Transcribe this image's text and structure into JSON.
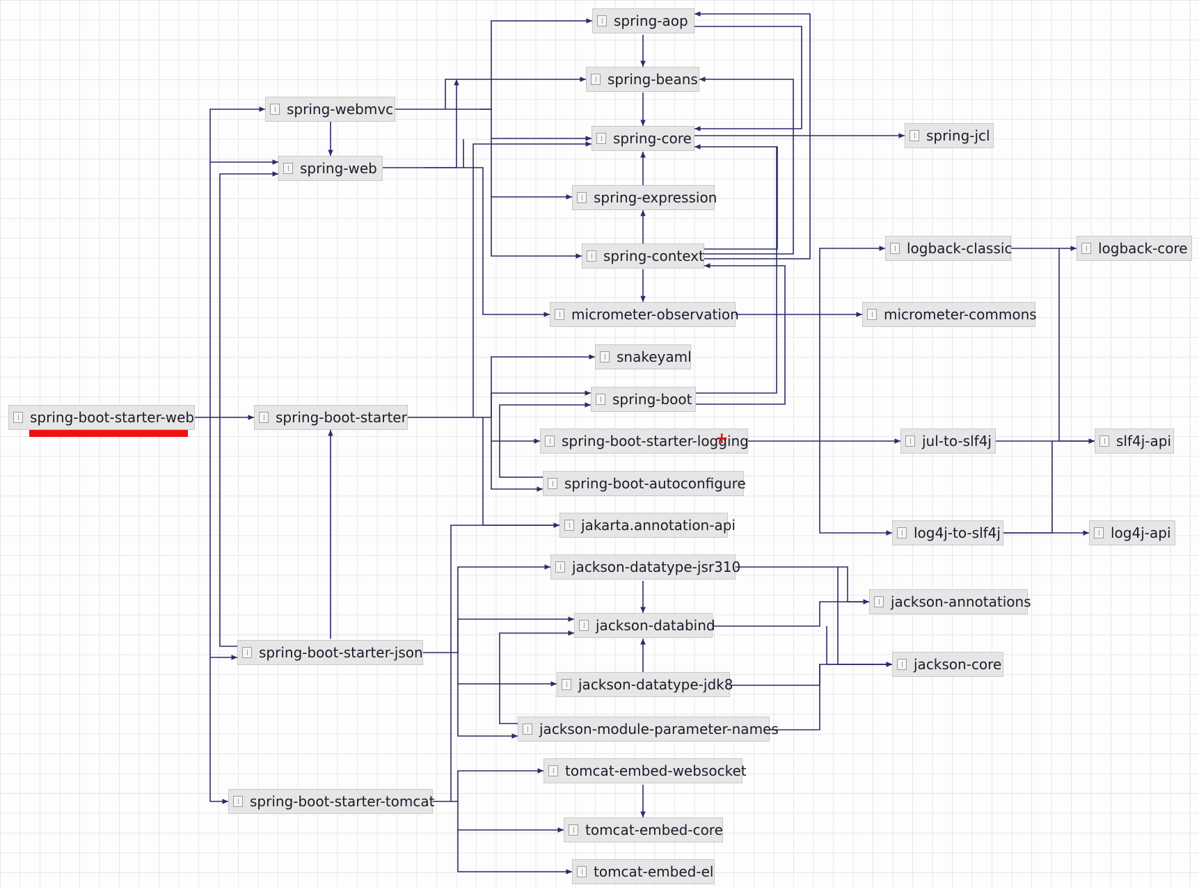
{
  "diagram": {
    "nodes": [
      {
        "id": "spring-boot-starter-web",
        "label": "spring-boot-starter-web"
      },
      {
        "id": "spring-webmvc",
        "label": "spring-webmvc"
      },
      {
        "id": "spring-web",
        "label": "spring-web"
      },
      {
        "id": "spring-boot-starter",
        "label": "spring-boot-starter"
      },
      {
        "id": "spring-boot-starter-json",
        "label": "spring-boot-starter-json"
      },
      {
        "id": "spring-boot-starter-tomcat",
        "label": "spring-boot-starter-tomcat"
      },
      {
        "id": "spring-aop",
        "label": "spring-aop"
      },
      {
        "id": "spring-beans",
        "label": "spring-beans"
      },
      {
        "id": "spring-core",
        "label": "spring-core"
      },
      {
        "id": "spring-expression",
        "label": "spring-expression"
      },
      {
        "id": "spring-context",
        "label": "spring-context"
      },
      {
        "id": "micrometer-observation",
        "label": "micrometer-observation"
      },
      {
        "id": "snakeyaml",
        "label": "snakeyaml"
      },
      {
        "id": "spring-boot",
        "label": "spring-boot"
      },
      {
        "id": "spring-boot-starter-logging",
        "label": "spring-boot-starter-logging"
      },
      {
        "id": "spring-boot-autoconfigure",
        "label": "spring-boot-autoconfigure"
      },
      {
        "id": "jakarta-annotation-api",
        "label": "jakarta.annotation-api"
      },
      {
        "id": "jackson-datatype-jsr310",
        "label": "jackson-datatype-jsr310"
      },
      {
        "id": "jackson-databind",
        "label": "jackson-databind"
      },
      {
        "id": "jackson-datatype-jdk8",
        "label": "jackson-datatype-jdk8"
      },
      {
        "id": "jackson-module-parameter-names",
        "label": "jackson-module-parameter-names"
      },
      {
        "id": "tomcat-embed-websocket",
        "label": "tomcat-embed-websocket"
      },
      {
        "id": "tomcat-embed-core",
        "label": "tomcat-embed-core"
      },
      {
        "id": "tomcat-embed-el",
        "label": "tomcat-embed-el"
      },
      {
        "id": "spring-jcl",
        "label": "spring-jcl"
      },
      {
        "id": "logback-classic",
        "label": "logback-classic"
      },
      {
        "id": "logback-core",
        "label": "logback-core"
      },
      {
        "id": "micrometer-commons",
        "label": "micrometer-commons"
      },
      {
        "id": "jul-to-slf4j",
        "label": "jul-to-slf4j"
      },
      {
        "id": "slf4j-api",
        "label": "slf4j-api"
      },
      {
        "id": "log4j-to-slf4j",
        "label": "log4j-to-slf4j"
      },
      {
        "id": "log4j-api",
        "label": "log4j-api"
      },
      {
        "id": "jackson-annotations",
        "label": "jackson-annotations"
      },
      {
        "id": "jackson-core",
        "label": "jackson-core"
      }
    ],
    "edges": [
      [
        "spring-boot-starter-web",
        "spring-webmvc"
      ],
      [
        "spring-boot-starter-web",
        "spring-web"
      ],
      [
        "spring-boot-starter-web",
        "spring-boot-starter"
      ],
      [
        "spring-boot-starter-web",
        "spring-boot-starter-json"
      ],
      [
        "spring-boot-starter-web",
        "spring-boot-starter-tomcat"
      ],
      [
        "spring-webmvc",
        "spring-web"
      ],
      [
        "spring-webmvc",
        "spring-aop"
      ],
      [
        "spring-webmvc",
        "spring-beans"
      ],
      [
        "spring-webmvc",
        "spring-core"
      ],
      [
        "spring-webmvc",
        "spring-expression"
      ],
      [
        "spring-webmvc",
        "spring-context"
      ],
      [
        "spring-web",
        "spring-beans"
      ],
      [
        "spring-web",
        "spring-core"
      ],
      [
        "spring-web",
        "micrometer-observation"
      ],
      [
        "spring-aop",
        "spring-beans"
      ],
      [
        "spring-aop",
        "spring-core"
      ],
      [
        "spring-beans",
        "spring-core"
      ],
      [
        "spring-expression",
        "spring-core"
      ],
      [
        "spring-context",
        "spring-aop"
      ],
      [
        "spring-context",
        "spring-beans"
      ],
      [
        "spring-context",
        "spring-core"
      ],
      [
        "spring-context",
        "spring-expression"
      ],
      [
        "spring-context",
        "micrometer-observation"
      ],
      [
        "spring-core",
        "spring-jcl"
      ],
      [
        "micrometer-observation",
        "micrometer-commons"
      ],
      [
        "spring-boot-starter",
        "snakeyaml"
      ],
      [
        "spring-boot-starter",
        "spring-boot"
      ],
      [
        "spring-boot-starter",
        "spring-boot-starter-logging"
      ],
      [
        "spring-boot-starter",
        "spring-boot-autoconfigure"
      ],
      [
        "spring-boot-starter",
        "jakarta-annotation-api"
      ],
      [
        "spring-boot-starter",
        "spring-core"
      ],
      [
        "spring-boot",
        "spring-core"
      ],
      [
        "spring-boot",
        "spring-context"
      ],
      [
        "spring-boot-autoconfigure",
        "spring-boot"
      ],
      [
        "spring-boot-starter-logging",
        "logback-classic"
      ],
      [
        "spring-boot-starter-logging",
        "jul-to-slf4j"
      ],
      [
        "spring-boot-starter-logging",
        "log4j-to-slf4j"
      ],
      [
        "logback-classic",
        "logback-core"
      ],
      [
        "logback-classic",
        "slf4j-api"
      ],
      [
        "jul-to-slf4j",
        "slf4j-api"
      ],
      [
        "log4j-to-slf4j",
        "slf4j-api"
      ],
      [
        "log4j-to-slf4j",
        "log4j-api"
      ],
      [
        "spring-boot-starter-json",
        "spring-boot-starter"
      ],
      [
        "spring-boot-starter-json",
        "spring-web"
      ],
      [
        "spring-boot-starter-json",
        "jackson-datatype-jsr310"
      ],
      [
        "spring-boot-starter-json",
        "jackson-databind"
      ],
      [
        "spring-boot-starter-json",
        "jackson-datatype-jdk8"
      ],
      [
        "spring-boot-starter-json",
        "jackson-module-parameter-names"
      ],
      [
        "jackson-datatype-jsr310",
        "jackson-databind"
      ],
      [
        "jackson-datatype-jsr310",
        "jackson-annotations"
      ],
      [
        "jackson-datatype-jsr310",
        "jackson-core"
      ],
      [
        "jackson-databind",
        "jackson-annotations"
      ],
      [
        "jackson-databind",
        "jackson-core"
      ],
      [
        "jackson-datatype-jdk8",
        "jackson-databind"
      ],
      [
        "jackson-datatype-jdk8",
        "jackson-core"
      ],
      [
        "jackson-module-parameter-names",
        "jackson-databind"
      ],
      [
        "jackson-module-parameter-names",
        "jackson-core"
      ],
      [
        "spring-boot-starter-tomcat",
        "jakarta-annotation-api"
      ],
      [
        "spring-boot-starter-tomcat",
        "tomcat-embed-websocket"
      ],
      [
        "spring-boot-starter-tomcat",
        "tomcat-embed-core"
      ],
      [
        "spring-boot-starter-tomcat",
        "tomcat-embed-el"
      ],
      [
        "tomcat-embed-websocket",
        "tomcat-embed-core"
      ]
    ],
    "colors": {
      "edge": "#2a2a6a",
      "node_bg": "#e6e6e6",
      "highlight": "#ee1111",
      "grid": "#e6e6e6"
    }
  }
}
